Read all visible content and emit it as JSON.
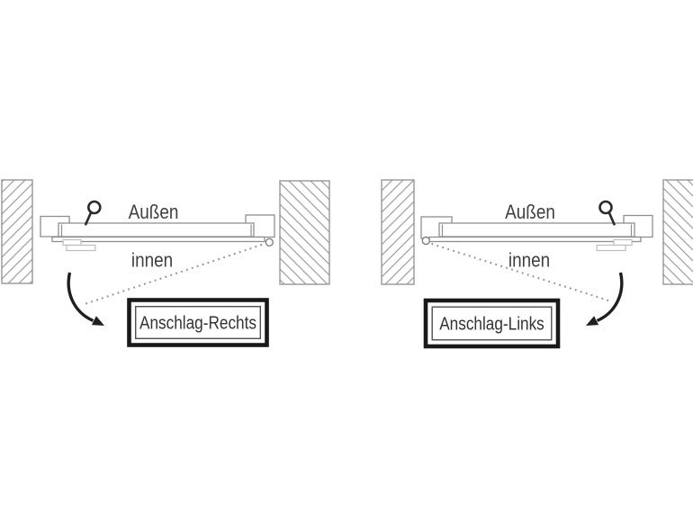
{
  "panels": [
    {
      "outside_label": "Außen",
      "inside_label": "innen",
      "caption": "Anschlag-Rechts"
    },
    {
      "outside_label": "Außen",
      "inside_label": "innen",
      "caption": "Anschlag-Links"
    }
  ],
  "colors": {
    "background": "#ffffff",
    "outline": "#8f8f8f",
    "hatch": "#9e9e9e",
    "detail": "#bdbdbd",
    "label_text": "#3f3f3f",
    "caption_text": "#333333",
    "handle": "#2b2b2b",
    "arrow": "#1f1f1f",
    "dashed_line": "#8f8f8f",
    "caption_border": "#191919",
    "caption_inner_border": "#4f4f4f"
  }
}
